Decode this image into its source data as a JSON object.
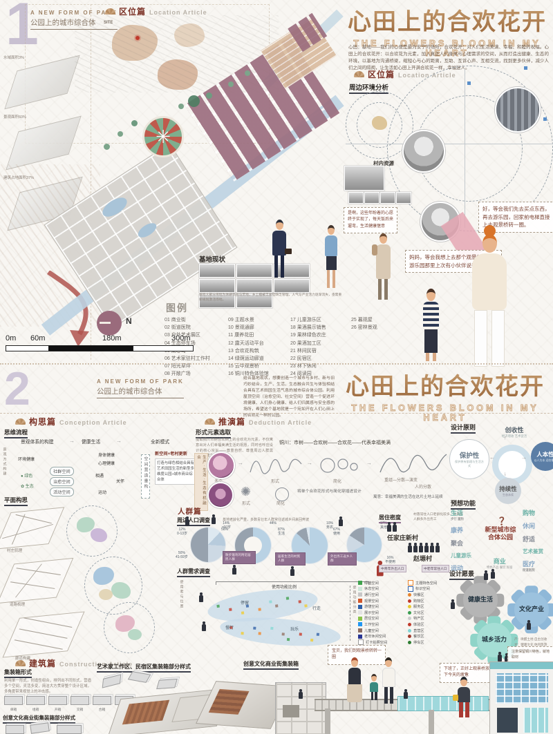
{
  "page1": {
    "no": "1",
    "series_en": "A NEW FORM OF PARK",
    "series_cn": "公园上的城市综合体",
    "title_cn": "心田上的合欢花开",
    "title_en": "THE FLOWERS BLOOM IN MY HEART",
    "intro": "心田：基地——我们的心便是最为安宁的场所；合欢花开：对人们生活美满、幸福、和睦的祝福。心田上的合欢花开：以合欢花为元素，加入真正人们身体与心理需求的空间，从而打造出健康、生态的环境，以基地为沟通桥梁，缩短心与心的距离，互助、互诉心声、互相交流，找到更多伙伴，减少人们之间的隔阂，让生活如心田上开满合欢花一样，幸福迷人。",
    "stats": [
      "水域面积3%",
      "景观面积60%",
      "建筑占地面积37%"
    ],
    "loc_header_cn": "区位篇",
    "loc_header_en": "Location Article",
    "site_label": "SITE",
    "env_title": "周边环境分析",
    "village_title": "村内资源",
    "elder_speech": "是啊，这些年盼着的心愿终于实现了，每天饭后来遛弯，生活健康惬意",
    "speech_mom": "好，等会我们先去买点东西，再去游乐园，回家前电梯直接上去观景桥转一圈。",
    "speech_kid": "妈妈，等会我想上去那个观景桥，还有游乐园那里上次有小伙伴说很好玩",
    "status_title": "基地现状",
    "status_caption": "基地大部分用地为休耕农田与荒地，乡土植被丰富但缺乏管理，人气与产业活力逐渐流失，亟需重新规划激活场地。",
    "legend_title": "图例",
    "legend_items": [
      "01 商业街",
      "02 街道医院",
      "03 户外艺术展区",
      "04 生态停车场",
      "05 湖心岛",
      "06 艺术家驻村工作村",
      "07 阳光草坪",
      "08 开敞广场",
      "09 主题水景",
      "10 景观通廊",
      "11 康养花田",
      "12 露天活动平台",
      "13 合欢花构筑",
      "14 绿荫运动廊道",
      "15 云中观景桥",
      "16 铜川特色体验馆",
      "17 儿童游乐区",
      "18 果酒展示销售",
      "19 果林绿色农庄",
      "20 果酒加工区",
      "21 林间民宿",
      "22 民宿区",
      "23 林下休闲",
      "24 阅读园",
      "25 暮观屋",
      "26 密林景观"
    ],
    "scale_labels": [
      "0m",
      "60m",
      "180m",
      "300m"
    ],
    "north": "N"
  },
  "page2": {
    "no": "2",
    "series_en": "A NEW FORM OF PARK",
    "series_cn": "公园上的城市综合体",
    "title_cn": "心田上的合欢花开",
    "title_en": "THE FLOWERS BLOOM IN MY HEART",
    "intro": "结合基地现状，想要创造一个城市与乡村、新与旧巧妙结合，生产、生活、生态融合共生与体验相结合具有艺术田园生活气息的城市综合体公园。利用屋顶空间（治愈空间、社交空间）营造一个促进环境健康、人们身心健康、给人们归属感与安全感的场所，希望这个基地就是一个宛如开在人们心田上的合欢花一样的公园。",
    "conception": {
      "header_cn": "构思篇",
      "header_en": "Conception Article",
      "flow_title": "思维流程",
      "top": [
        "景观体系的构建",
        "健康生活",
        "全新模式"
      ],
      "left_vertical": "景观方式构建",
      "mid": [
        "环境健康",
        "身体健康",
        "心理健康"
      ],
      "spaces": [
        "社群空间",
        "治愈空间",
        "活动空间"
      ],
      "tags": [
        "绿色",
        "生态",
        "相遇",
        "关怀",
        "运动"
      ],
      "vertical": "空间营造重构",
      "new_mode": "新空间+老村更新",
      "result": "打造与绿色相结合具有艺术田园生活的新型多维度公园+城市商业综合体",
      "plan_title": "平面构思",
      "plan_labels": [
        "村庄肌理",
        "道路梳理",
        "廊道构建"
      ]
    },
    "deduction": {
      "header_cn": "推演篇",
      "header_en": "Deduction Article",
      "form_title": "形式元素选取",
      "form_desc": "提取铜川市树合欢树上的合欢花为元素，不仅寓意出对人们幸福美满生活的祝愿，同时也呼应设计的核心宗旨——尊重自然、尊重周边人群需求、尊重生态。",
      "chain": "铜川：市树——合欢树——合欢花——代表幸福美满",
      "vertical": "生产·生活·生态有机融合",
      "step1": "多个",
      "step2": "形式",
      "step3": "简化",
      "step4": "重组—分散—演变",
      "step5": "人的分散",
      "row2_form": "形式",
      "row2_simple": "简化",
      "note": "将单个合欢花形式与简化穿插进设计",
      "caption": "寓意：幸福美满的生活在这片土地上延续"
    },
    "population": {
      "header": "人群篇",
      "survey_title": "周边人口调查",
      "survey_note": "基地老龄化严重，多数青壮年人群常往返城乡间来回奔波",
      "pies": {
        "age": [
          {
            "pct": "12%",
            "label": "0-13岁",
            "v": 12,
            "c": "#dde8f0"
          },
          {
            "pct": "14%",
            "label": ">60岁",
            "v": 14,
            "c": "#b7cbdc"
          },
          {
            "pct": "24%",
            "label": "13-40岁",
            "v": 24,
            "c": "#cdd9e4"
          },
          {
            "pct": "50%",
            "label": "41-59岁",
            "v": 50,
            "c": "#97a2ae"
          }
        ],
        "ring": [
          {
            "pct": "56%",
            "label": "",
            "v": 56,
            "c": "#b9d2e4"
          },
          {
            "pct": "44%",
            "label": "",
            "v": 44,
            "c": "#97a2ae"
          }
        ],
        "life": [
          {
            "pct": "87%",
            "label": "生活",
            "v": 87,
            "c": "#b9d2e4"
          },
          {
            "pct": "10%",
            "label": "务农",
            "v": 10,
            "c": "#97a2ae"
          },
          {
            "pct": "3%",
            "label": "其他",
            "v": 3,
            "c": "#dde8f0"
          }
        ],
        "use": [
          {
            "pct": "67%",
            "label": "使用",
            "v": 67,
            "c": "#b9d2e4"
          },
          {
            "pct": "17%",
            "label": "其他",
            "v": 17,
            "c": "#cdd9e4"
          },
          {
            "pct": "16%",
            "label": "不使用",
            "v": 16,
            "c": "#97a2ae"
          }
        ]
      },
      "tag1": "散步遛弯的附近居民人群",
      "tag2": "居家生活的村民人群",
      "tag3": "外出务工返乡人群",
      "demand_title": "人群需求调查",
      "pos_title": "使用者与位置",
      "usage_title": "使用功能比例",
      "activity_tags": [
        "停留",
        "慢行",
        "玩乐",
        "行走"
      ],
      "density_title": "居住密度",
      "density_note": "村落常住人口老龄化较多，中青年人群多外出务工",
      "village1": "任家庄新村",
      "village2": "赵塬村",
      "density_tag1": "中青年外出人口",
      "density_tag2": "中老年常住人口",
      "space_group": "使用功能分类",
      "space_left": [
        {
          "c": "#3fa34d",
          "t": "绿植空间"
        },
        {
          "c": "#cfe6da",
          "t": "休息空间"
        },
        {
          "c": "#c7c7c7",
          "t": "通行空间"
        },
        {
          "c": "#d2572b",
          "t": "观景空间"
        },
        {
          "c": "#2d5fa8",
          "t": "游憩空间"
        },
        {
          "c": "#e3e3e3",
          "t": "展示空间"
        },
        {
          "c": "#8bc34a",
          "t": "居住空间"
        },
        {
          "c": "#2196f3",
          "t": "工作空间"
        },
        {
          "c": "#8d6e63",
          "t": "儿童空间"
        },
        {
          "c": "#283593",
          "t": "老年休闲空间"
        },
        {
          "c": "#ffffff",
          "t": "打卡拍照空间",
          "border": true
        }
      ],
      "space_right": [
        {
          "c": "#e8832a",
          "t": "主题特色空间",
          "hollow": true
        },
        {
          "c": "#2d5fa8",
          "t": "标识空间",
          "hollow": true
        },
        {
          "c": "#e8832a",
          "t": "快餐区",
          "dot": true
        },
        {
          "c": "#c0392b",
          "t": "购物区",
          "dot": true
        },
        {
          "c": "#e8c932",
          "t": "服务区",
          "dot": true
        },
        {
          "c": "#3a9d4f",
          "t": "文化区",
          "dot": true
        },
        {
          "c": "#cccccc",
          "t": "特产区",
          "dot": true
        },
        {
          "c": "#c0392b",
          "t": "体验区",
          "dot": true
        },
        {
          "c": "#7fd4d4",
          "t": "直营区",
          "dot": true
        },
        {
          "c": "#a03a2a",
          "t": "餐饮区",
          "dot": true
        },
        {
          "c": "#2e7d32",
          "t": "停车区",
          "dot": true
        }
      ]
    },
    "principles": {
      "title": "设计原则",
      "top": {
        "name": "创收性",
        "sub": "经济增收 艺术促活"
      },
      "left": {
        "name": "保护性",
        "sub": "保护原有肌理与生活方式"
      },
      "right": {
        "name": "人本性",
        "sub": "以人为本 迎合需求"
      },
      "bottom": {
        "name": "持续性",
        "sub": "生态永续"
      }
    },
    "functions": {
      "title": "预想功能",
      "qmark": "？",
      "center": "新型城市综合体公园",
      "left": [
        {
          "w": "生活",
          "s": "步行 遛狗"
        },
        {
          "w": "康养",
          "s": ""
        },
        {
          "w": "聚会",
          "s": ""
        },
        {
          "w": "儿童游乐",
          "s": ""
        },
        {
          "w": "运动",
          "s": ""
        }
      ],
      "right": [
        {
          "w": "购物",
          "s": ""
        },
        {
          "w": "休闲",
          "s": ""
        },
        {
          "w": "舒适",
          "s": ""
        },
        {
          "w": "艺术鉴赏",
          "s": ""
        },
        {
          "w": "医疗",
          "s": "街道医院"
        }
      ],
      "bottom": {
        "w": "商业",
        "s": "特色产品 餐饮 民宿"
      }
    },
    "vision": {
      "title": "设计愿景",
      "gears": [
        "健康生活",
        "文化产业",
        "城乡活力"
      ],
      "notes": [
        "产：唤醒土地 自主创收",
        "文：健康文化 休闲旅游",
        "态：城乡融合 绿色环保"
      ]
    },
    "construction": {
      "header_cn": "建筑篇",
      "header_en": "Construction Article",
      "form_title": "集装箱形式",
      "form_desc": "利用单一形式，创造性组合，排列出不同形式，营造多个空间，灵活多变，简洁大方贯穿整个设计区域，多角度带来视觉上的冲击感。",
      "container_labels": [
        "单箱",
        "组箱",
        "开箱",
        "交箱",
        "合箱",
        "叠箱"
      ],
      "street_title": "创意文化商业街集装箱部分样式",
      "artist_title": "艺术家工作区、民宿区集装箱部分样式",
      "bridge_title": "创意文化商业街集装箱",
      "note_box": "注意保留铜川特色，就地取材",
      "speech_a": "宝贝，我们到观景桥转转一圈",
      "speech_b": "下班了，正好上观景桥放松一下今天的疲惫"
    }
  }
}
